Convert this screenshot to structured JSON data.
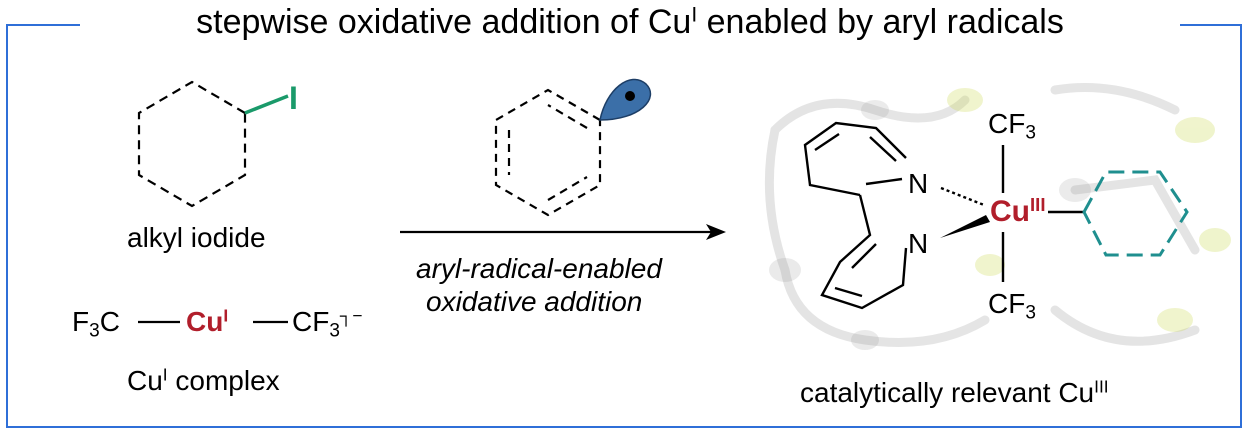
{
  "title": {
    "main": "stepwise oxidative addition of Cu",
    "sup": "I",
    "tail": " enabled by aryl radicals"
  },
  "substrate": {
    "iodine": "I",
    "label": "alkyl iodide"
  },
  "complex": {
    "f3c": "F",
    "f3c_sub": "3",
    "f3c_tail": "C",
    "cu": "Cu",
    "cu_ox": "I",
    "cf3": "CF",
    "cf3_sub": "3",
    "cf3_charge": "┐−",
    "label_cu": "Cu",
    "label_ox": "I",
    "label_tail": " complex"
  },
  "arrow": {
    "line1": "aryl-radical-enabled",
    "line2": "oxidative addition"
  },
  "product": {
    "cf3_top": "CF",
    "cf3_top_sub": "3",
    "cf3_bottom": "CF",
    "cf3_bottom_sub": "3",
    "n_top": "N",
    "n_bottom": "N",
    "cu": "Cu",
    "cu_ox": "III",
    "label": "catalytically relevant Cu",
    "label_ox": "III"
  },
  "colors": {
    "frame": "#2f6fd8",
    "iodine_bond": "#1a9a6a",
    "copper": "#b11e2b",
    "cyclohexyl": "#1f8f8f",
    "radical": "#3b6fa8"
  }
}
